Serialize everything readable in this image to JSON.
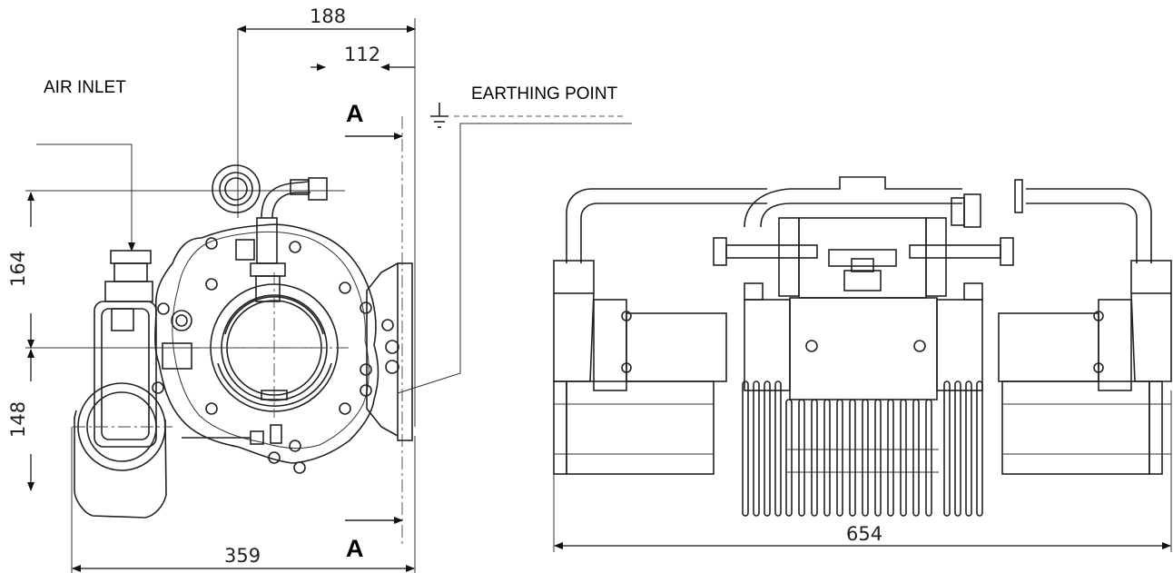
{
  "labels": {
    "air_inlet": "AIR INLET",
    "earthing_point": "EARTHING POINT",
    "section_a_top": "A",
    "section_a_bottom": "A"
  },
  "dimensions": {
    "d188": "188",
    "d112": "112",
    "d164": "164",
    "d148": "148",
    "d359": "359",
    "d654": "654"
  }
}
